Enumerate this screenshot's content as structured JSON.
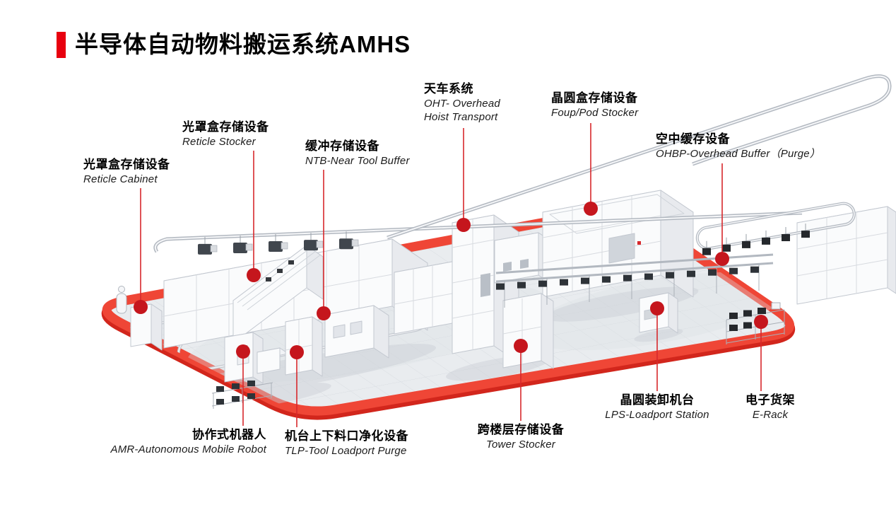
{
  "header": {
    "title": "半导体自动物料搬运系统AMHS"
  },
  "colors": {
    "accent_red": "#e8000f",
    "marker_red": "#c5161d",
    "leader_red": "#d7282c",
    "platform_band_red": "#ef4636",
    "platform_band_shadow": "#d2261c",
    "floor_gray": "#e9ecef",
    "grid_gray": "#d5d9de",
    "equipment_white": "#fafbfc",
    "text_black": "#000000"
  },
  "callouts": {
    "oht": {
      "cn": "天车系统",
      "en_lines": [
        "OHT- Overhead",
        "Hoist Transport"
      ]
    },
    "foup_stocker": {
      "cn": "晶圆盒存储设备",
      "en": "Foup/Pod Stocker"
    },
    "reticle_stocker": {
      "cn": "光罩盒存储设备",
      "en": "Reticle Stocker"
    },
    "ntb": {
      "cn": "缓冲存储设备",
      "en": "NTB-Near Tool Buffer"
    },
    "ohbp": {
      "cn": "空中缓存设备",
      "en": "OHBP-Overhead Buffer（Purge）"
    },
    "reticle_cabinet": {
      "cn": "光罩盒存储设备",
      "en": "Reticle Cabinet"
    },
    "amr": {
      "cn": "协作式机器人",
      "en": "AMR-Autonomous Mobile Robot"
    },
    "tlp": {
      "cn": "机台上下料口净化设备",
      "en": "TLP-Tool Loadport Purge"
    },
    "tower_stocker": {
      "cn": "跨楼层存储设备",
      "en": "Tower Stocker"
    },
    "lps": {
      "cn": "晶圆装卸机台",
      "en": "LPS-Loadport Station"
    },
    "erack": {
      "cn": "电子货架",
      "en": "E-Rack"
    }
  }
}
